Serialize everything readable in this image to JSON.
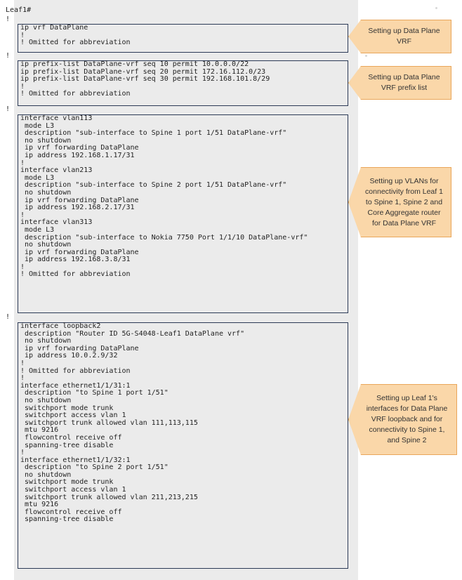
{
  "prompt": "Leaf1#",
  "separators": [
    "!",
    "!",
    "!",
    "!"
  ],
  "blocks": [
    {
      "lines": [
        "ip vrf DataPlane",
        "!",
        "! Omitted for abbreviation"
      ]
    },
    {
      "lines": [
        "ip prefix-list DataPlane-vrf seq 10 permit 10.0.0.0/22",
        "ip prefix-list DataPlane-vrf seq 20 permit 172.16.112.0/23",
        "ip prefix-list DataPlane-vrf seq 30 permit 192.168.101.8/29",
        "!",
        "! Omitted for abbreviation"
      ]
    },
    {
      "lines": [
        "interface vlan113",
        " mode L3",
        " description \"sub-interface to Spine 1 port 1/51 DataPlane-vrf\"",
        " no shutdown",
        " ip vrf forwarding DataPlane",
        " ip address 192.168.1.17/31",
        "!",
        "interface vlan213",
        " mode L3",
        " description \"sub-interface to Spine 2 port 1/51 DataPlane-vrf\"",
        " no shutdown",
        " ip vrf forwarding DataPlane",
        " ip address 192.168.2.17/31",
        "!",
        "interface vlan313",
        " mode L3",
        " description \"sub-interface to Nokia 7750 Port 1/1/10 DataPlane-vrf\"",
        " no shutdown",
        " ip vrf forwarding DataPlane",
        " ip address 192.168.3.8/31",
        "!",
        "! Omitted for abbreviation"
      ]
    },
    {
      "lines": [
        "interface loopback2",
        " description \"Router ID 5G-S4048-Leaf1 DataPlane vrf\"",
        " no shutdown",
        " ip vrf forwarding DataPlane",
        " ip address 10.0.2.9/32",
        "!",
        "! Omitted for abbreviation",
        "!",
        "interface ethernet1/1/31:1",
        " description \"to Spine 1 port 1/51\"",
        " no shutdown",
        " switchport mode trunk",
        " switchport access vlan 1",
        " switchport trunk allowed vlan 111,113,115",
        " mtu 9216",
        " flowcontrol receive off",
        " spanning-tree disable",
        "!",
        "interface ethernet1/1/32:1",
        " description \"to Spine 2 port 1/51\"",
        " no shutdown",
        " switchport mode trunk",
        " switchport access vlan 1",
        " switchport trunk allowed vlan 211,213,215",
        " mtu 9216",
        " flowcontrol receive off",
        " spanning-tree disable"
      ]
    }
  ],
  "callouts": [
    "Setting up Data Plane VRF",
    "Setting up Data Plane VRF prefix list",
    "Setting up VLANs for connectivity from Leaf 1 to Spine 1, Spine 2 and Core Aggregate router for Data Plane VRF",
    "Setting up Leaf 1's interfaces for Data Plane VRF loopback and for connectivity to Spine 1, and Spine 2"
  ],
  "colors": {
    "code_bg": "#ebebeb",
    "box_border": "#2c3a56",
    "callout_fill": "#fad7a9",
    "callout_border": "#e9a65a"
  }
}
